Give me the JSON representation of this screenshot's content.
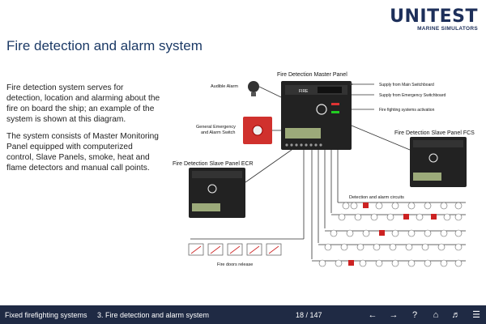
{
  "logo": {
    "brand": "UNITEST",
    "subtitle": "MARINE SIMULATORS"
  },
  "page_title": "Fire detection and alarm system",
  "body": {
    "paragraph1": "Fire detection system serves for detection, location and alarming about the fire on board the ship; an example of the system is shown at this diagram.",
    "paragraph2": "The system consists of Master Monitoring Panel equipped with computerized control, Slave Panels, smoke, heat and flame detectors and manual call points."
  },
  "diagram": {
    "master_panel_label": "Fire Detection Master Panel",
    "slave_fcs_label": "Fire Detection Slave Panel FCS",
    "slave_ecr_label": "Fire Detection Slave Panel ECR",
    "audible_alarm_label": "Audible Alarm",
    "general_emergency_label_1": "General Emergency",
    "general_emergency_label_2": "and Alarm Switch",
    "supply_main": "Supply from Main Switchboard",
    "supply_emergency": "Supply from Emergency Switchboard",
    "fire_fighting_activation": "Fire fighting systems activation",
    "detection_circuits": "Detection and alarm circuits",
    "fire_doors": "Fire doors release",
    "panel_brand": "FIRE"
  },
  "bottom_bar": {
    "section": "Fixed firefighting systems",
    "chapter": "3. Fire detection and alarm system",
    "page_counter": "18 / 147"
  },
  "icons": [
    "arrow-left-icon",
    "arrow-right-icon",
    "help-icon",
    "home-icon",
    "volume-icon",
    "menu-icon"
  ],
  "colors": {
    "bar": "#1f2a44",
    "title": "#1c3a66",
    "alarm_switch": "#d0312d"
  }
}
